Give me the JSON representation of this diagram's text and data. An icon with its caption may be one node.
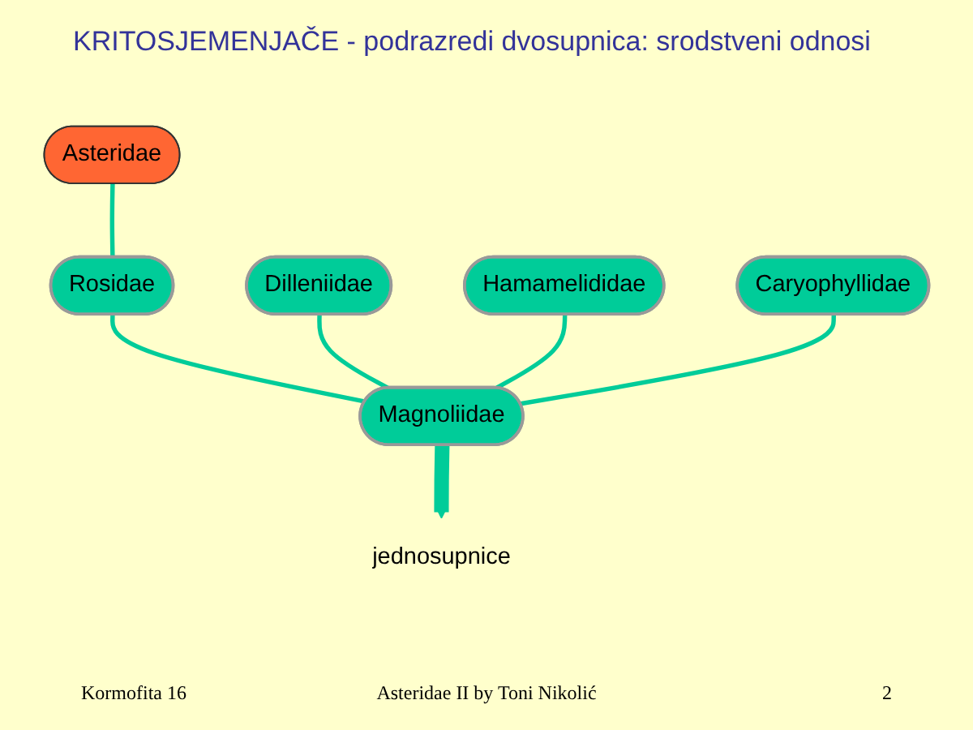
{
  "diagram": {
    "title": "KRITOSJEMENJAČE - podrazredi dvosupnica: srodstveni odnosi",
    "nodes": [
      {
        "text": [
          "Rosidae"
        ]
      },
      {
        "text": [
          "Asteridae"
        ]
      },
      {
        "text": [
          "Dilleniidae"
        ]
      },
      {
        "text": [
          "Hamamelididae"
        ]
      },
      {
        "text": [
          "Magnoliidae"
        ]
      },
      {
        "text": [
          "Caryophyllidae"
        ]
      },
      {
        "text": [
          "jednosupnice"
        ]
      }
    ],
    "edges": [
      {
        "from": 4,
        "to": 0,
        "arrow": "none"
      },
      {
        "from": 0,
        "to": 1,
        "arrow": "none"
      },
      {
        "from": 4,
        "to": 2,
        "arrow": "none"
      },
      {
        "from": 4,
        "to": 3,
        "arrow": "none"
      },
      {
        "from": 4,
        "to": 5,
        "arrow": "none"
      },
      {
        "from": 4,
        "to": 6,
        "arrow": "to",
        "style": "thick"
      }
    ],
    "labels": [
      "Kormofita 16",
      "Asteridae II by Toni Nikolić",
      "2"
    ]
  }
}
